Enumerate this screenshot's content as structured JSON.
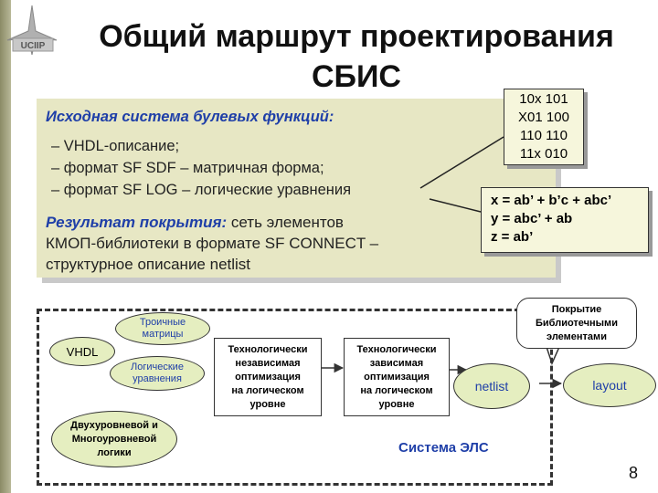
{
  "title_line1": "Общий маршрут проектирования",
  "title_line2": "СБИС",
  "logo_text": "UCIIP",
  "source": {
    "heading": "Исходная система булевых функций:",
    "items": [
      "– VHDL-описание;",
      "– формат SF SDF – матричная форма;",
      "– формат SF LOG – логические уравнения"
    ]
  },
  "result": {
    "label": "Результат покрытия:",
    "text1": " сеть элементов",
    "text2": "КМОП-библиотеки в формате SF CONNECT –",
    "text3": "структурное описание netlist"
  },
  "matrix_example": [
    "10x 101",
    "X01 100",
    "110 110",
    "11x 010"
  ],
  "equations": [
    "x = ab’ + b’c + abc’",
    "y = abc’ + ab",
    "z = ab’"
  ],
  "flow": {
    "vhdl": "VHDL",
    "ternary_1": "Троичные",
    "ternary_2": "матрицы",
    "logic_1": "Логические",
    "logic_2": "уравнения",
    "twolevel_1": "Двухуровневой и",
    "twolevel_2": "Многоуровневой",
    "twolevel_3": "логики",
    "indep_1": "Технологически",
    "indep_2": "независимая",
    "indep_3": "оптимизация",
    "indep_4": "на логическом",
    "indep_5": "уровне",
    "dep_1": "Технологически",
    "dep_2": "зависимая",
    "dep_3": "оптимизация",
    "dep_4": "на логическом",
    "dep_5": "уровне",
    "netlist": "netlist",
    "layout": "layout",
    "cover_1": "Покрытие",
    "cover_2": "Библиотечными",
    "cover_3": "элементами",
    "system": "Система ЭЛС"
  },
  "page_number": "8",
  "colors": {
    "blue": "#1f3fa8",
    "panel": "#e7e7c4",
    "ellipse": "#e5eec0"
  }
}
